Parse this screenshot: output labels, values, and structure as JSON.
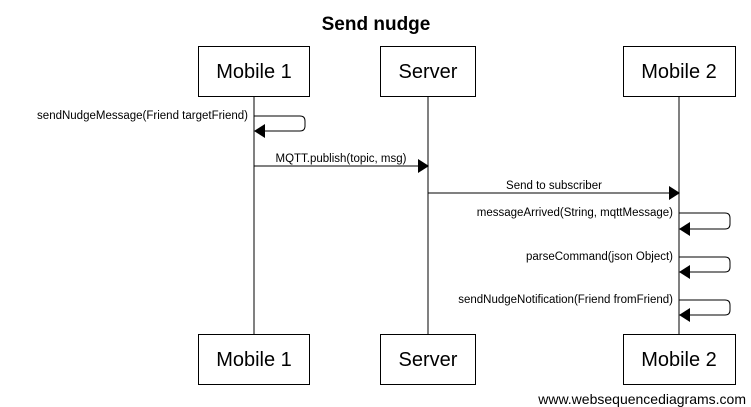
{
  "title": "Send nudge",
  "actors": [
    {
      "id": "mobile1",
      "label": "Mobile 1"
    },
    {
      "id": "server",
      "label": "Server"
    },
    {
      "id": "mobile2",
      "label": "Mobile 2"
    }
  ],
  "messages": [
    {
      "from": "mobile1",
      "to": "mobile1",
      "label": "sendNudgeMessage(Friend targetFriend)"
    },
    {
      "from": "mobile1",
      "to": "server",
      "label": "MQTT.publish(topic, msg)"
    },
    {
      "from": "server",
      "to": "mobile2",
      "label": "Send to subscriber"
    },
    {
      "from": "mobile2",
      "to": "mobile2",
      "label": "messageArrived(String, mqttMessage)"
    },
    {
      "from": "mobile2",
      "to": "mobile2",
      "label": "parseCommand(json Object)"
    },
    {
      "from": "mobile2",
      "to": "mobile2",
      "label": "sendNudgeNotification(Friend fromFriend)"
    }
  ],
  "watermark": "www.websequencediagrams.com"
}
